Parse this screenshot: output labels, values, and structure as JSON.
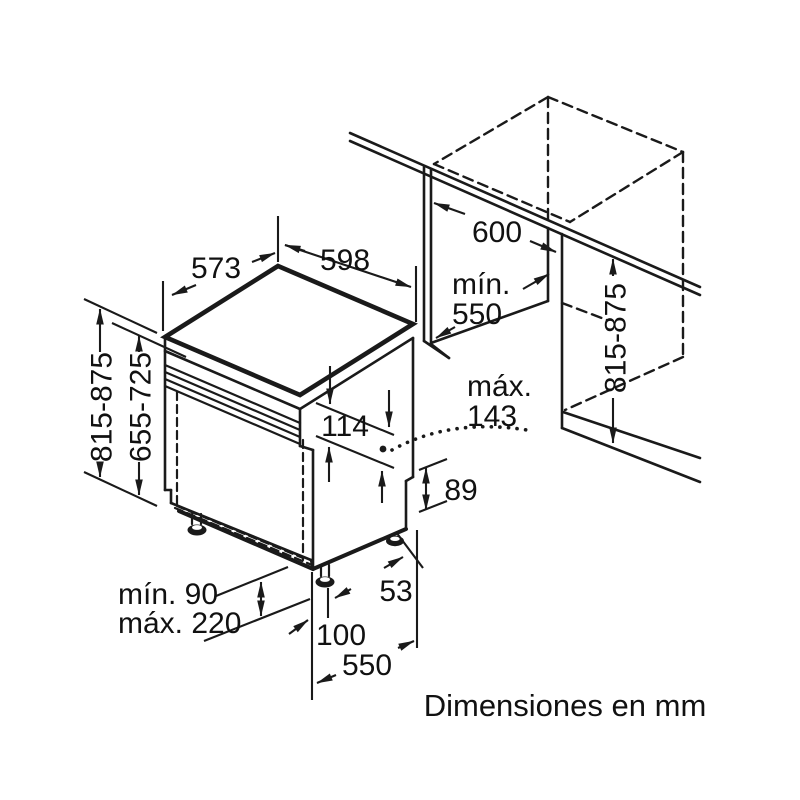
{
  "figure": {
    "kind": "appliance-installation-diagram",
    "colors": {
      "line": "#1a1a1a",
      "background": "#ffffff",
      "text": "#111111"
    },
    "unit_note": "Dimensiones en mm",
    "labels": {
      "top_depth": "573",
      "top_width": "598",
      "niche_width": "600",
      "niche_depth_min_word": "mín.",
      "niche_depth_min_value": "550",
      "height_overall_left": "815-875",
      "height_door_left": "655-725",
      "control_panel_height": "114",
      "door_projection_word": "máx.",
      "door_projection_value": "143",
      "niche_height_right": "815-875",
      "base_recess_height": "89",
      "rear_foot_offset": "53",
      "plinth_min": "mín. 90",
      "plinth_max": "máx. 220",
      "front_foot_offset": "100",
      "foot_span": "550"
    }
  }
}
